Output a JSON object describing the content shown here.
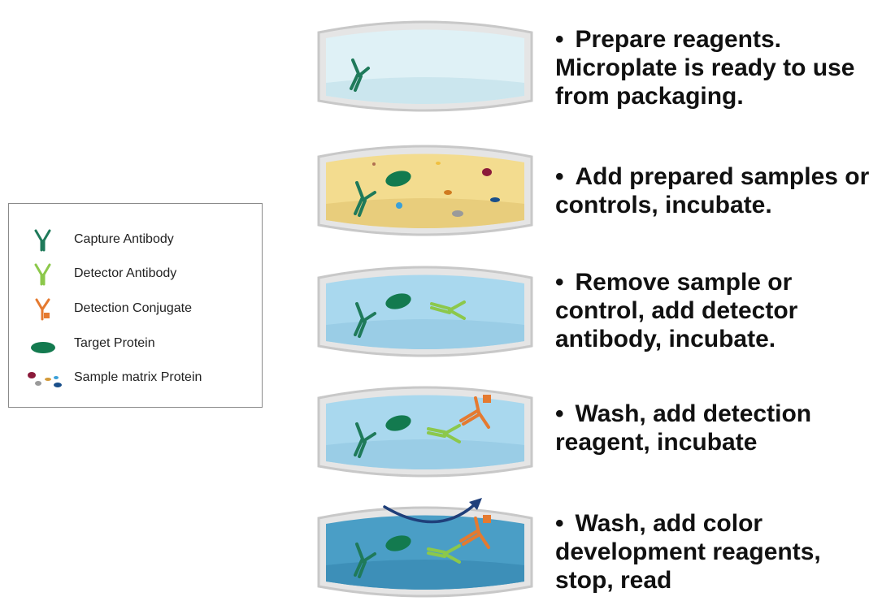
{
  "legend": {
    "items": [
      {
        "label": "Capture Antibody",
        "icon": "capture-antibody-icon",
        "color": "#1f7a5a"
      },
      {
        "label": "Detector Antibody",
        "icon": "detector-antibody-icon",
        "color": "#8cc84b"
      },
      {
        "label": "Detection Conjugate",
        "icon": "detection-conjugate-icon",
        "color": "#e57a30"
      },
      {
        "label": "Target Protein",
        "icon": "target-protein-icon",
        "color": "#137a4f"
      },
      {
        "label": "Sample matrix Protein",
        "icon": "sample-matrix-protein-icon",
        "color": "#8b1a3a"
      }
    ]
  },
  "steps": [
    {
      "bullet": "•",
      "text": "Prepare reagents. Microplate is ready to use from packaging.",
      "well_color": "#dff1f6"
    },
    {
      "bullet": "•",
      "text": "Add prepared samples or controls, incubate.",
      "well_color": "#f3dc8f"
    },
    {
      "bullet": "•",
      "text": "Remove sample or control, add detector antibody, incubate.",
      "well_color": "#a9d8ee"
    },
    {
      "bullet": "•",
      "text": "Wash, add detection reagent, incubate",
      "well_color": "#a9d8ee"
    },
    {
      "bullet": "•",
      "text": "Wash, add color development reagents, stop, read",
      "well_color": "#4a9ec6"
    }
  ]
}
